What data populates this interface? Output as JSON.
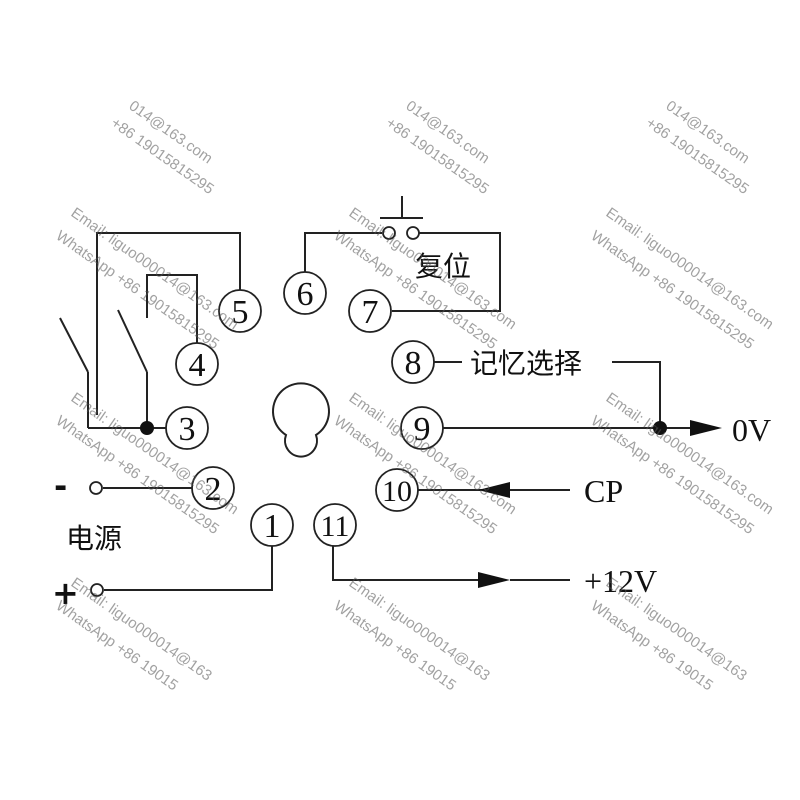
{
  "pins": [
    "1",
    "2",
    "3",
    "4",
    "5",
    "6",
    "7",
    "8",
    "9",
    "10",
    "11"
  ],
  "labels": {
    "reset": "复位",
    "memory_select": "记忆选择",
    "zero_volt": "0V",
    "cp": "CP",
    "plus12v": "+12V",
    "power": "电源",
    "minus": "-",
    "plus": "+"
  },
  "watermarks": {
    "email_a": "Email: liguo000014@163.com",
    "whatsapp_a": "WhatsApp +86 19015815295",
    "email_b": "+86 19015815295",
    "email_c": "014@163.com",
    "email_d": "Email: liguo000014@163",
    "whatsapp_d": "WhatsApp +86 19015"
  }
}
